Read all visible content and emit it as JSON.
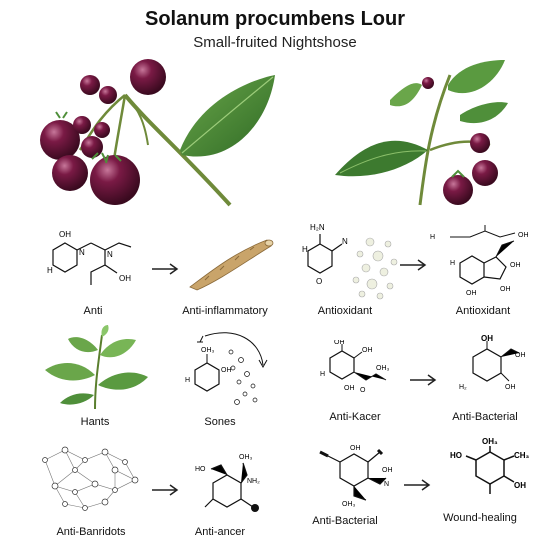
{
  "header": {
    "title": "Solanum procumbens Lour",
    "subtitle": "Small-fruited Nightshose"
  },
  "labels": {
    "r1c1": "Anti",
    "r1c2": "Anti-inflammatory",
    "r1c3": "Antioxidant",
    "r1c4": "Antioxidant",
    "r2c1": "Hants",
    "r2c2": "Sones",
    "r2c3": "Anti-Kacer",
    "r2c4": "Anti-Bacterial",
    "r3c1": "Anti-Banridots",
    "r3c2": "Anti-ancer",
    "r3c3": "Anti-Bacterial",
    "r3c4": "Wound-healing"
  },
  "atoms": {
    "a_oh": "OH",
    "a_h": "H",
    "a_n": "N",
    "a_o": "O",
    "a_h2n": "H₂N",
    "a_oh3": "OH₃",
    "a_nh2": "NH₂",
    "a_ch3": "CH₃",
    "a_ho": "HO",
    "a_h2": "H₂"
  },
  "colors": {
    "berry": "#5a0f2e",
    "berry_highlight": "#b84d78",
    "leaf": "#4f8f3a",
    "leaf_dark": "#2f6a25",
    "stem": "#6f8a3a",
    "root": "#c9a46a"
  }
}
